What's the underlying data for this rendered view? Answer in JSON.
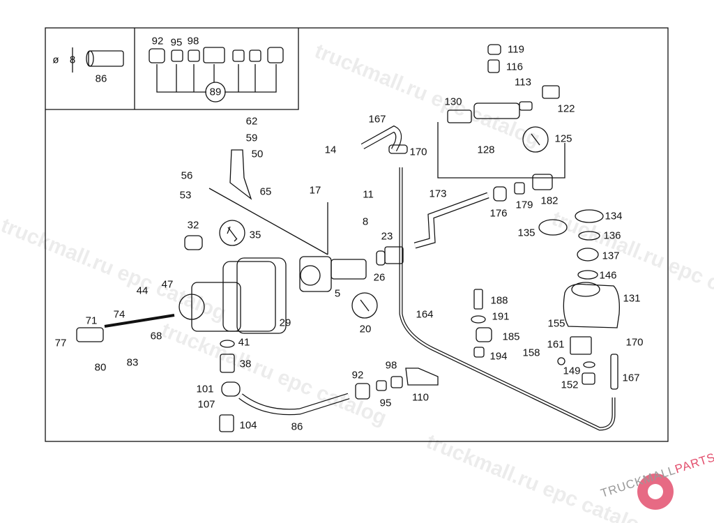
{
  "diagram": {
    "labels": [
      "86",
      "ø",
      "8",
      "92",
      "95",
      "98",
      "89",
      "119",
      "116",
      "113",
      "130",
      "122",
      "128",
      "125",
      "167",
      "170",
      "14",
      "17",
      "11",
      "8",
      "62",
      "59",
      "50",
      "56",
      "65",
      "53",
      "173",
      "176",
      "179",
      "182",
      "134",
      "135",
      "136",
      "137",
      "146",
      "131",
      "155",
      "32",
      "35",
      "23",
      "26",
      "5",
      "20",
      "164",
      "188",
      "191",
      "185",
      "194",
      "158",
      "161",
      "170",
      "149",
      "152",
      "167",
      "44",
      "47",
      "74",
      "71",
      "77",
      "68",
      "80",
      "83",
      "29",
      "41",
      "38",
      "101",
      "107",
      "104",
      "92",
      "98",
      "95",
      "110",
      "86"
    ]
  },
  "watermark": {
    "text": "truckmall.ru epc catalog"
  },
  "logo": {
    "text_main": "TRUCKMALL",
    "text_accent": "PARTS",
    "accent_color": "#e3506e"
  }
}
